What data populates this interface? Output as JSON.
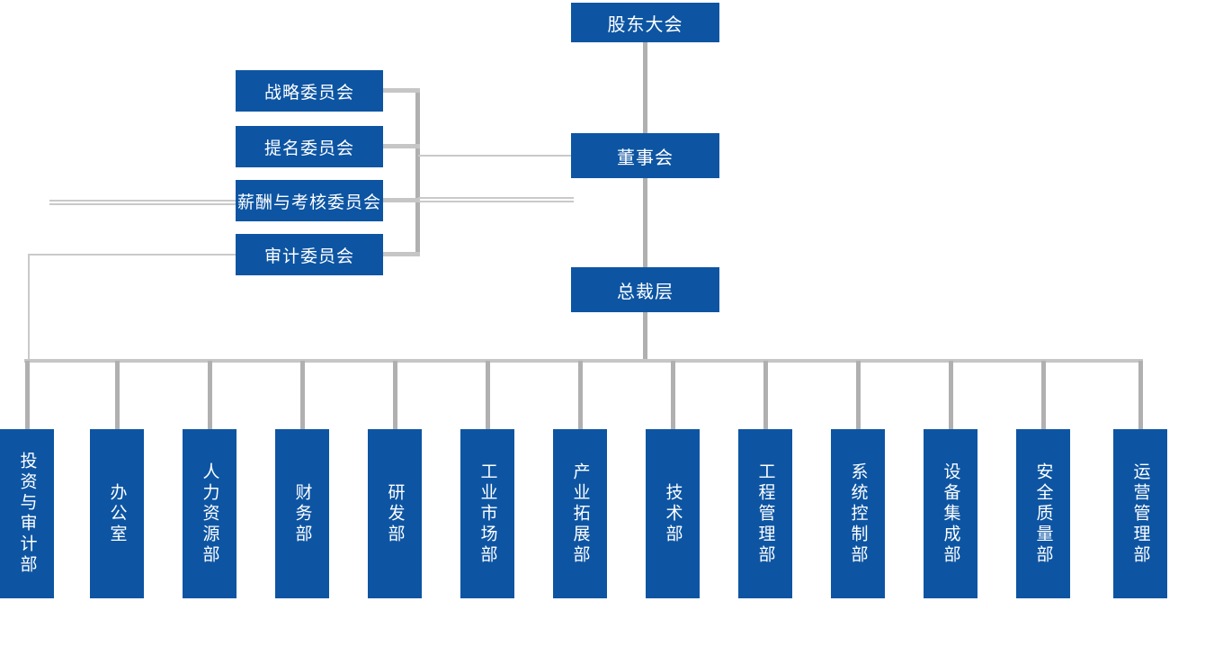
{
  "org": {
    "root": {
      "label": "股东大会"
    },
    "board": {
      "label": "董事会",
      "committees": [
        {
          "label": "战略委员会"
        },
        {
          "label": "提名委员会"
        },
        {
          "label": "薪酬与考核委员会"
        },
        {
          "label": "审计委员会"
        }
      ]
    },
    "president": {
      "label": "总裁层",
      "departments": [
        {
          "label": "投资与审计部"
        },
        {
          "label": "办公室"
        },
        {
          "label": "人力资源部"
        },
        {
          "label": "财务部"
        },
        {
          "label": "研发部"
        },
        {
          "label": "工业市场部"
        },
        {
          "label": "产业拓展部"
        },
        {
          "label": "技术部"
        },
        {
          "label": "工程管理部"
        },
        {
          "label": "系统控制部"
        },
        {
          "label": "设备集成部"
        },
        {
          "label": "安全质量部"
        },
        {
          "label": "运营管理部"
        }
      ]
    }
  },
  "colors": {
    "node_fill": "#0d55a3",
    "node_text": "#ffffff",
    "connector_thick": "#b0b0b0",
    "connector_thin": "#c9c9c9",
    "connector_dist": "#c6c6c6"
  }
}
